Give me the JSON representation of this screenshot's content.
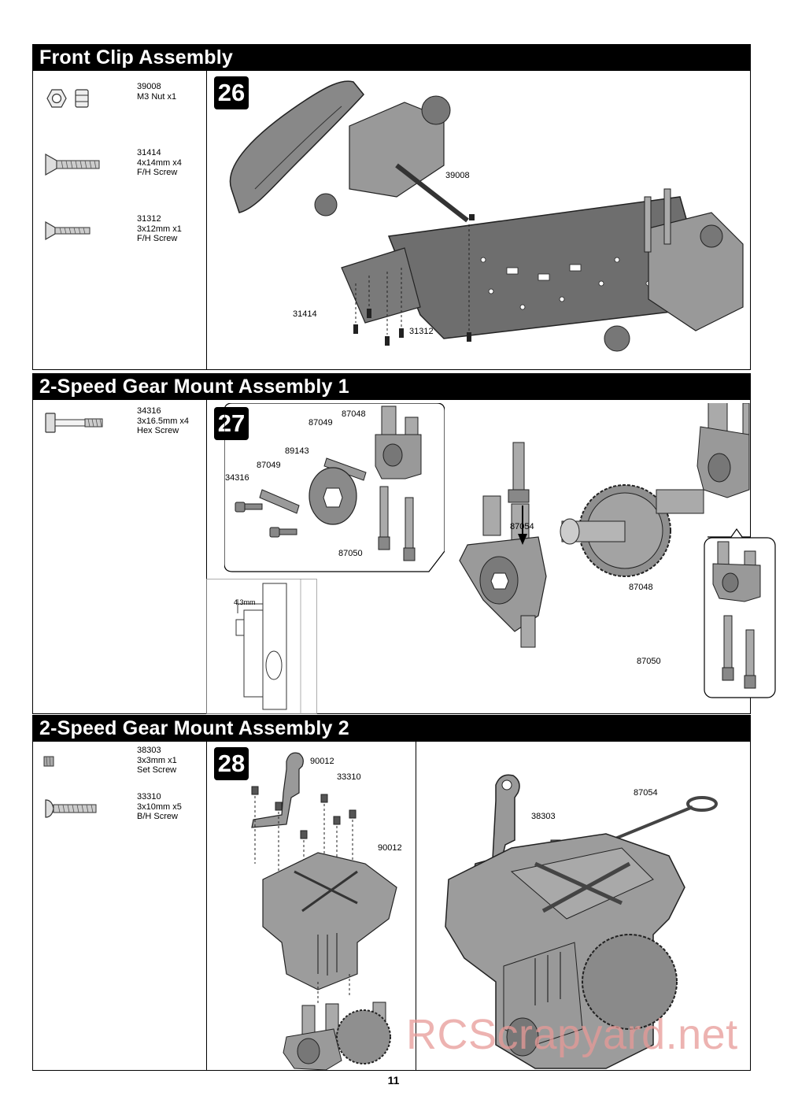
{
  "page_number": "11",
  "watermark": "RCScrapyard.net",
  "sections": [
    {
      "title": "Front Clip Assembly",
      "step": "26",
      "parts": [
        {
          "code": "39008",
          "desc": "M3 Nut x1",
          "icon": "nut-icon"
        },
        {
          "code": "31414",
          "desc": "4x14mm x4",
          "desc2": "F/H Screw",
          "icon": "flat-head-screw-icon"
        },
        {
          "code": "31312",
          "desc": "3x12mm x1",
          "desc2": "F/H Screw",
          "icon": "flat-head-screw-icon"
        }
      ],
      "callouts": [
        "39008",
        "31414",
        "31312"
      ]
    },
    {
      "title": "2-Speed Gear Mount Assembly 1",
      "step": "27",
      "parts": [
        {
          "code": "34316",
          "desc": "3x16.5mm x4",
          "desc2": "Hex Screw",
          "icon": "hex-screw-icon"
        }
      ],
      "callouts": [
        "87048",
        "87049",
        "89143",
        "87049",
        "34316",
        "87050",
        "87054",
        "87048",
        "87050"
      ],
      "dimension": "4.3mm"
    },
    {
      "title": "2-Speed Gear Mount Assembly 2",
      "step": "28",
      "parts": [
        {
          "code": "38303",
          "desc": "3x3mm x1",
          "desc2": "Set Screw",
          "icon": "set-screw-icon"
        },
        {
          "code": "33310",
          "desc": "3x10mm x5",
          "desc2": "B/H Screw",
          "icon": "button-head-screw-icon"
        }
      ],
      "callouts": [
        "90012",
        "33310",
        "90012",
        "87054",
        "38303"
      ]
    }
  ]
}
